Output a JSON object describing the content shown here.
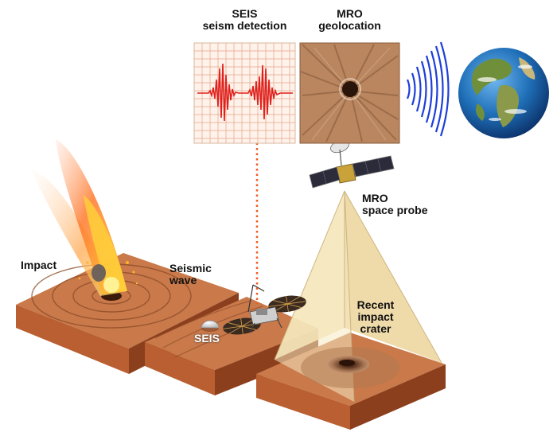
{
  "labels": {
    "seis_panel": [
      "SEIS",
      "seism detection"
    ],
    "mro_panel": [
      "MRO",
      "geolocation"
    ],
    "impact": "Impact",
    "seismic_wave": [
      "Seismic",
      "wave"
    ],
    "seis_instrument": "SEIS",
    "mro_probe": [
      "MRO",
      "space probe"
    ],
    "crater": [
      "Recent",
      "impact",
      "crater"
    ]
  },
  "colors": {
    "seismogram_line": "#e0201c",
    "grid": "#e8a08a",
    "panel_bg": "#fdf3ea",
    "block_top": "#c9794a",
    "block_side_light": "#b95f31",
    "block_side_dark": "#8c3f1c",
    "beam": "#f3e2b0",
    "signal_waves": "#1e3fd8",
    "dotted_link": "#f05a1e",
    "ocean": "#1f6fb8"
  },
  "icons": [
    "fireball-icon",
    "lander-icon",
    "seis-dome-icon",
    "satellite-icon",
    "earth-icon",
    "signal-waves-icon"
  ]
}
